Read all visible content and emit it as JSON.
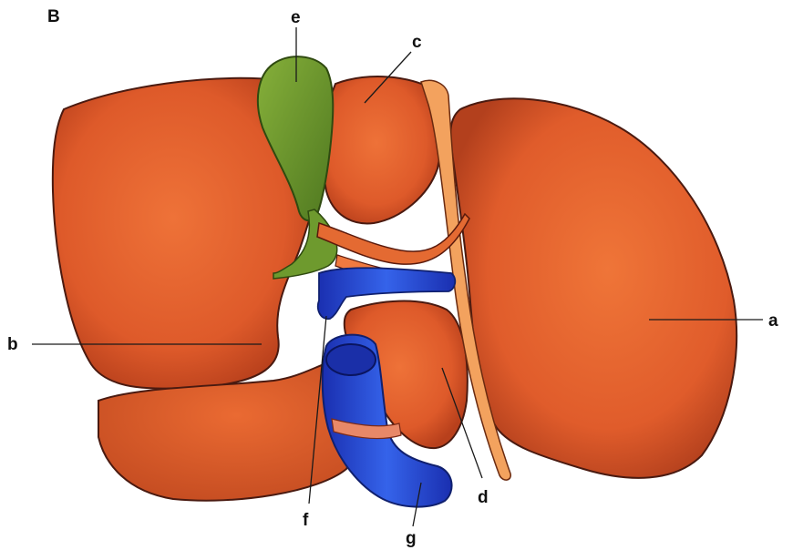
{
  "figure": {
    "panel_label": "B"
  },
  "labels": {
    "a": "a",
    "b": "b",
    "c": "c",
    "d": "d",
    "e": "e",
    "f": "f",
    "g": "g"
  },
  "colors": {
    "liver": "#e2602e",
    "liver_dark": "#b8401c",
    "liver_edge": "#4a1a10",
    "gallbladder": "#6e9a2e",
    "vein": "#2a4fd8",
    "vein_dark": "#16299a",
    "ligament": "#f3a25e"
  }
}
